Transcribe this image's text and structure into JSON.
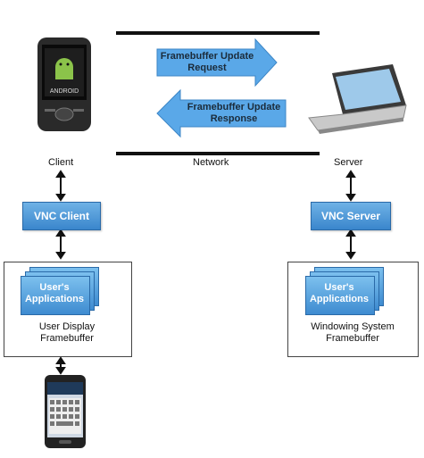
{
  "arrows": {
    "request": "Framebuffer Update Request",
    "response": "Framebuffer Update Response"
  },
  "labels": {
    "network": "Network",
    "client": "Client",
    "server": "Server"
  },
  "left": {
    "box_label": "VNC Client",
    "apps_label": "User's Applications",
    "framebuffer_label": "User Display Framebuffer"
  },
  "right": {
    "box_label": "VNC Server",
    "apps_label": "User's Applications",
    "framebuffer_label": "Windowing System Framebuffer"
  },
  "device": {
    "phone_brand": "ANDROID"
  },
  "colors": {
    "box_blue": "#3a86cc",
    "arrow_blue": "#5aa8e8",
    "line_black": "#111111"
  },
  "icons": [
    "android-phone-icon",
    "laptop-icon",
    "smartphone-keyboard-icon"
  ]
}
